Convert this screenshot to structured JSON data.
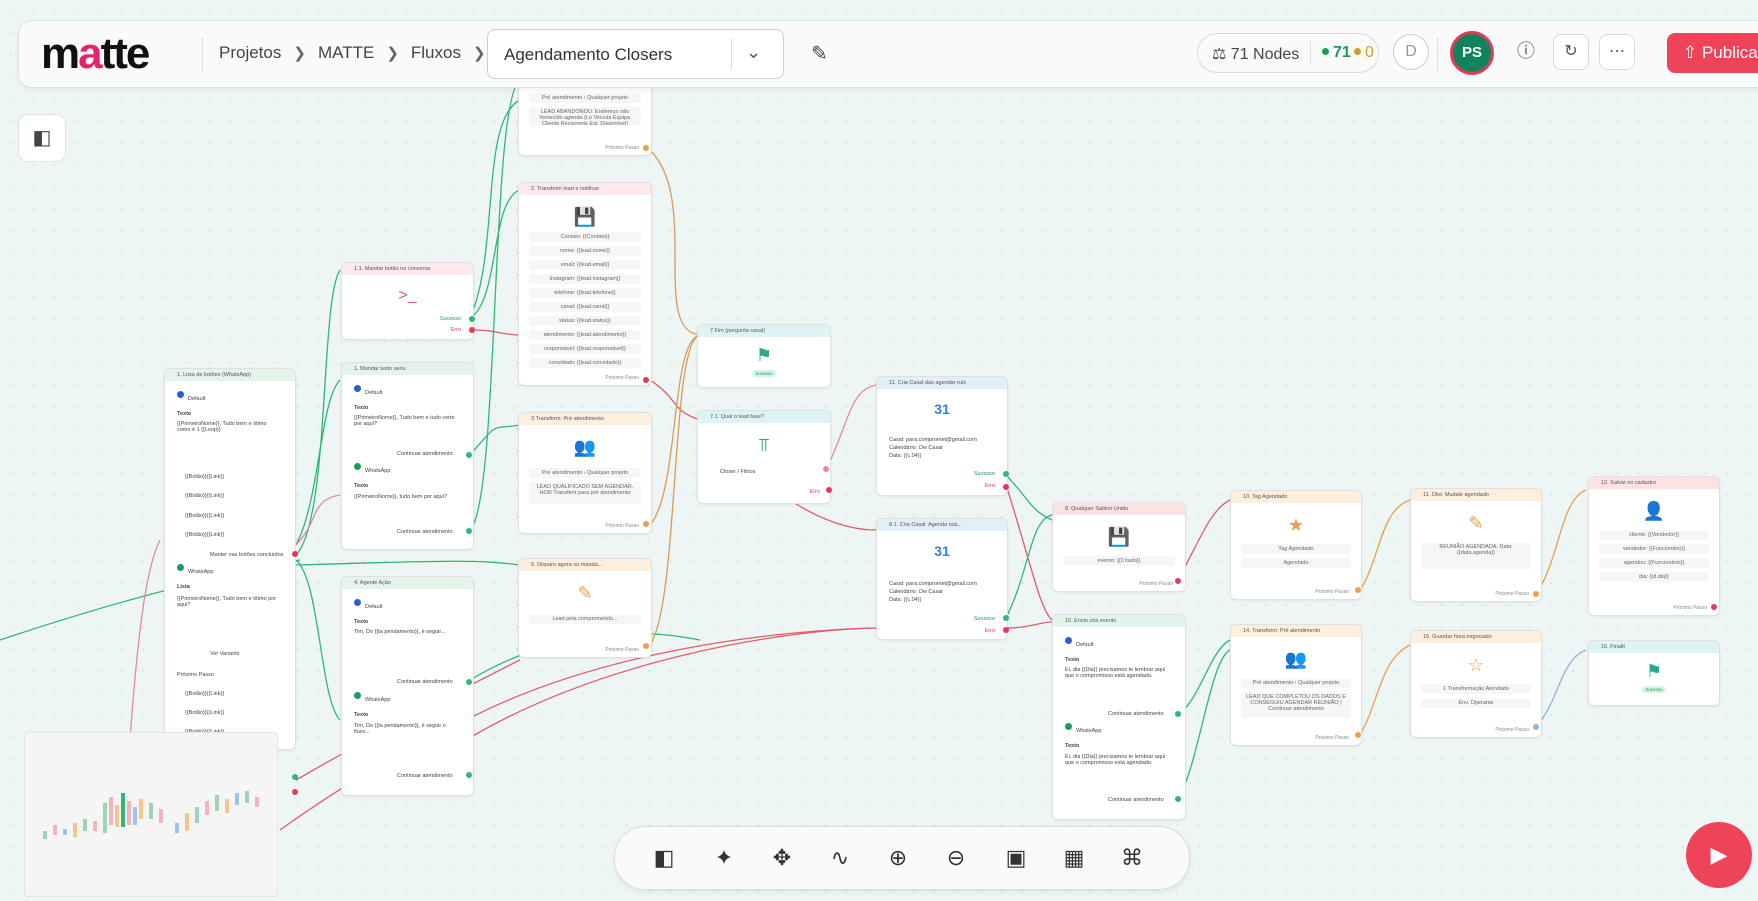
{
  "header": {
    "logo": "matte",
    "breadcrumbs": [
      "Projetos",
      "MATTE",
      "Fluxos"
    ],
    "flow_name": "Agendamento Closers",
    "nodes_count": "71 Nodes",
    "success_count": "71",
    "warning_count": "0",
    "avatar_initials": "PS",
    "publish_label": "Publica"
  },
  "colors": {
    "accent": "#ee4459",
    "success": "#1a9c5a",
    "error": "#e33b55",
    "warning": "#c9a227"
  },
  "nodes": {
    "n_top": {
      "line1": "Pré atendimento › Qualquer projeto",
      "line2": "LEAD ABANDONOU: Endereço não fornecido agenda (Lo Vincula Equipa Cliente Recorrente Est. Disponível)",
      "foot": "Próximo Passo"
    },
    "n_transform": {
      "title": "2. Transform lead e notificar",
      "rows": [
        "Contato: {{Contato}}",
        "nome: {{lead.nome}}",
        "email: {{lead.email}}",
        "Instagram: {{lead.instagram}}",
        "telefone: {{lead.telefone}}",
        "canal: {{lead.canal}}",
        "status: {{lead.status}}",
        "atendimento: {{lead.atendimento}}",
        "responsável: {{lead.responsável}}",
        "convidado: {{lead.convidado}}"
      ],
      "foot": "Próximo Passo"
    },
    "n_mandar_botao": {
      "title": "1.1. Mandar botão no conversa",
      "success": "Sucesso",
      "error": "Erro"
    },
    "n_lista": {
      "title": "1. Lista de botões (WhatsApp)",
      "default": "Default",
      "texto_label": "Texto",
      "texto_body": "{{PrimeiroNome}}, Tudo bem e ótimo como é 1 {{Loop}}",
      "rows": [
        "{{Botão}}{{Link}}",
        "{{Botão}}{{Link}}",
        "{{Botão}}{{Link}}",
        "{{Botão}}{{Link}}"
      ],
      "manter": "Manter nas botões concluídos",
      "whatsapp": "WhatsApp",
      "lista_label": "Lista",
      "lista_body": "{{PrimeiroNome}}, Tudo bem e ótimo por aqui?",
      "ver_variantes": "Ver Variants",
      "proximo": "Próximo Passo",
      "rows2": [
        "{{Botão}}{{Link}}",
        "{{Botão}}{{Link}}",
        "{{Botão}}{{Link}}"
      ]
    },
    "n_mandar_texto": {
      "title": "1. Mandar texto seriu",
      "default": "Default",
      "texto_label": "Texto",
      "texto_body": "{{PrimeiroNome}}, Tudo bem e tudo certo por aqui?",
      "continuar": "Continuar atendimento",
      "whatsapp": "WhatsApp",
      "texto_label2": "Texto",
      "texto_body2": "{{PrimeiroNome}}, tudo bem por aqui?",
      "continuar2": "Continuar atendimento"
    },
    "n_agente": {
      "title": "4. Agente Ação",
      "default": "Default",
      "texto_label": "Texto",
      "texto_body": "Tim, Do {{ta pendamento}}, é seguir...",
      "continuar": "Continuar atendimento",
      "whatsapp": "WhatsApp",
      "texto_label2": "Texto",
      "texto_body2": "Tim, Do {{ta pendamento}}, é seguir o fluxo...",
      "continuar2": "Continuar atendimento"
    },
    "n_pre": {
      "title": "3.Transform: Pré atendimento",
      "line1": "Pré atendimento › Qualquer projeto",
      "line2": "LEAD QUALIFICADO SEM AGENDAR. HOR Transferir para pré atendimento",
      "foot": "Próximo Passo"
    },
    "n_disparo": {
      "title": "5. Disparo agora ou manda...",
      "line1": "Lead pela comprometido...",
      "foot": "Próximo Passo"
    },
    "n_fim_pergunta": {
      "title": "7.Fim (pergunta casal)",
      "badge": "Sucesso"
    },
    "n_qual_fase": {
      "title": "7.1. Qual o lead fase?",
      "line1": "Closer / Filtros",
      "error": "Erro"
    },
    "n_cal1": {
      "title": "11. Cria Casal das agendar ruis",
      "line1": "Casal: para.compromet@gmail.com",
      "line2": "Calendário: Ow Casal",
      "line3": "Data: {{c.04}}",
      "success": "Sucesso",
      "error": "Erro"
    },
    "n_cal2": {
      "title": "8.1. Cria Casal: Agenda ruis...",
      "line1": "Casal: para.compromet@gmail.com",
      "line2": "Calendário: Ow Casal",
      "line3": "Data: {{c.04}}",
      "success": "Sucesso",
      "error": "Erro"
    },
    "n_qualquer": {
      "title": "8. Qualquer Salário União",
      "line1": "evento: {{Criado}}",
      "foot": "Próximo Passo"
    },
    "n_envio": {
      "title": "10. Envio cria evento",
      "default": "Default",
      "texto_label": "Texto",
      "texto_body": "Ei, dia {{Dia}} precisamos te lembrar aqui que o compromisso está agendado.",
      "continuar": "Continuar atendimento",
      "whatsapp": "WhatsApp",
      "texto_label2": "Texto",
      "texto_body2": "Ei, dia {{Dia}} precisamos te lembrar aqui que o compromisso está agendado.",
      "continuar2": "Continuar atendimento"
    },
    "n_tag": {
      "title": "10. Tag Agendado",
      "line1": "Tag Agendado",
      "line2": "Agendado",
      "foot": "Próximo Passo"
    },
    "n_transform_pre": {
      "title": "14. Transform: Pré atendimento",
      "line1": "Pré atendimento › Qualquer projeto",
      "line2": "LEAD QUE COMPLETOU OS DADOS E CONSEGUIU AGENDAR REUNIÃO | Continuar atendimento",
      "foot": "Próximo Passo"
    },
    "n_obs": {
      "title": "11. Obs: Mudale agendado",
      "line1": "REUNIÃO AGENDADA: Data: {{data.agenda}}",
      "foot": "Próximo Passo"
    },
    "n_guardar": {
      "title": "15. Guardar hora negociado",
      "line1": "1 Transformação Atendado",
      "line2": "Env. Operante",
      "foot": "Próximo Passo"
    },
    "n_salvar": {
      "title": "12. Salvar no cadastro",
      "rows": [
        "cliente: {{Vendedor}}",
        "vendedor: {{Funcionário}}",
        "agendou: {{Funcionário}}",
        "dia: {{d.dia}}"
      ],
      "foot": "Próximo Passo"
    },
    "n_final": {
      "title": "16. Finalit",
      "badge": "Sucesso"
    }
  },
  "minimap_label": "",
  "toolbar": [
    "panel-toggle",
    "magic-wand",
    "move",
    "activity",
    "zoom-in",
    "zoom-out",
    "fit",
    "layout",
    "command"
  ]
}
